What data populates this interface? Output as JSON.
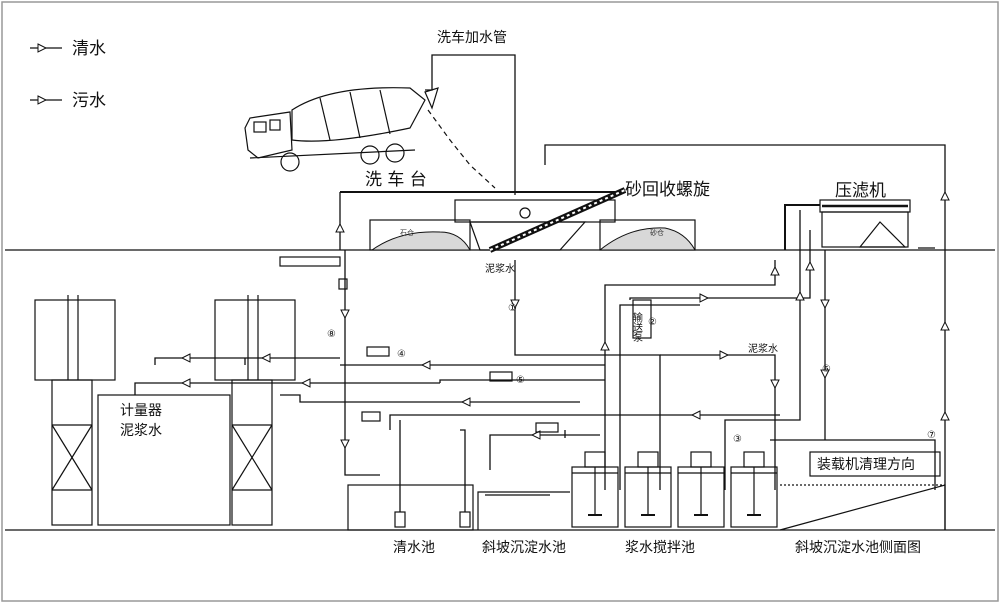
{
  "legend": {
    "clean_water": "清水",
    "dirty_water": "污水"
  },
  "labels": {
    "wash_pipe": "洗车加水管",
    "wash_platform": "洗 车 台",
    "sand_spiral": "砂回收螺旋",
    "filter_press": "压滤机",
    "meter": "计量器",
    "mud_water": "泥浆水",
    "mud_water_2": "泥浆水",
    "mud_water_3": "泥浆水",
    "pump": "输送泵",
    "loader_direction": "装载机清理方向",
    "clean_pool": "清水池",
    "slope_pool": "斜坡沉淀水池",
    "stir_pool": "浆水搅拌池",
    "slope_side": "斜坡沉淀水池侧面图",
    "stone_bin": "石仓",
    "sand_bin": "砂仓"
  },
  "markers": [
    "①",
    "②",
    "③",
    "④",
    "⑤",
    "⑥",
    "⑦",
    "⑧"
  ],
  "colors": {
    "line": "#111111",
    "background": "#ffffff",
    "frame": "#999999"
  }
}
